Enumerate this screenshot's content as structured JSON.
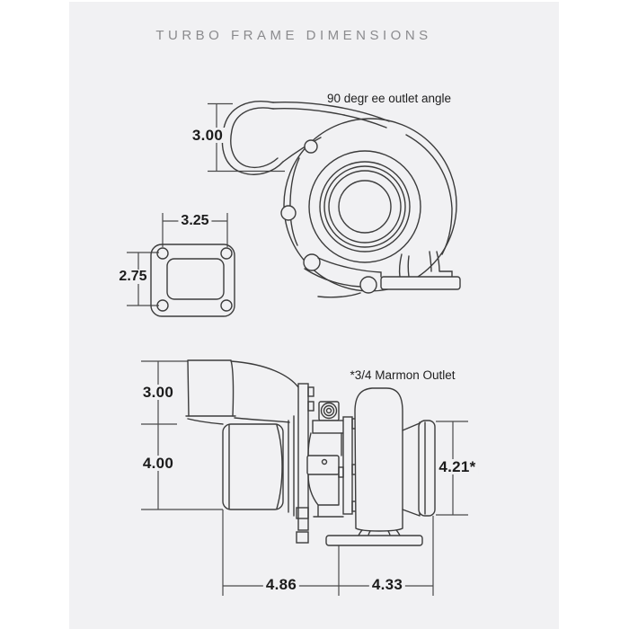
{
  "title": "TURBO FRAME DIMENSIONS",
  "colors": {
    "panel_bg": "#f1f1f3",
    "drawing_line": "#3c3c3c",
    "dimension_line": "#4a4a4a",
    "dimension_text": "#1b1b1b",
    "title_text": "#8b8b8e"
  },
  "views": {
    "compressor_side": {
      "note": "90 degr ee outlet angle",
      "dims": {
        "outlet_height": "3.00"
      }
    },
    "t4_flange": {
      "dims": {
        "bolt_spacing_width": "3.25",
        "bolt_spacing_height": "2.75"
      }
    },
    "profile": {
      "note": "*3/4 Marmon Outlet",
      "dims": {
        "inlet_height": "3.00",
        "compressor_height": "4.00",
        "outlet_flange": "4.21*",
        "compressor_length": "4.86",
        "turbine_length": "4.33"
      }
    }
  }
}
